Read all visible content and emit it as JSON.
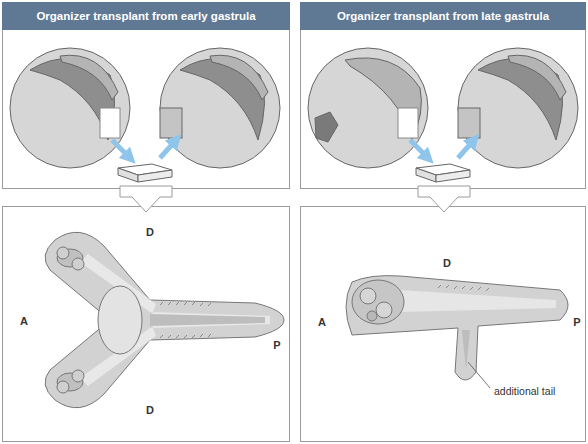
{
  "diagram": {
    "nodes": [
      {
        "text": [
          "Organizer transplant from early gastrula"
        ]
      },
      {
        "text": [
          "Organizer transplant from late gastrula"
        ]
      }
    ],
    "labels": [
      "D",
      "A",
      "P",
      "D",
      "D",
      "A",
      "P",
      "additional tail"
    ]
  }
}
